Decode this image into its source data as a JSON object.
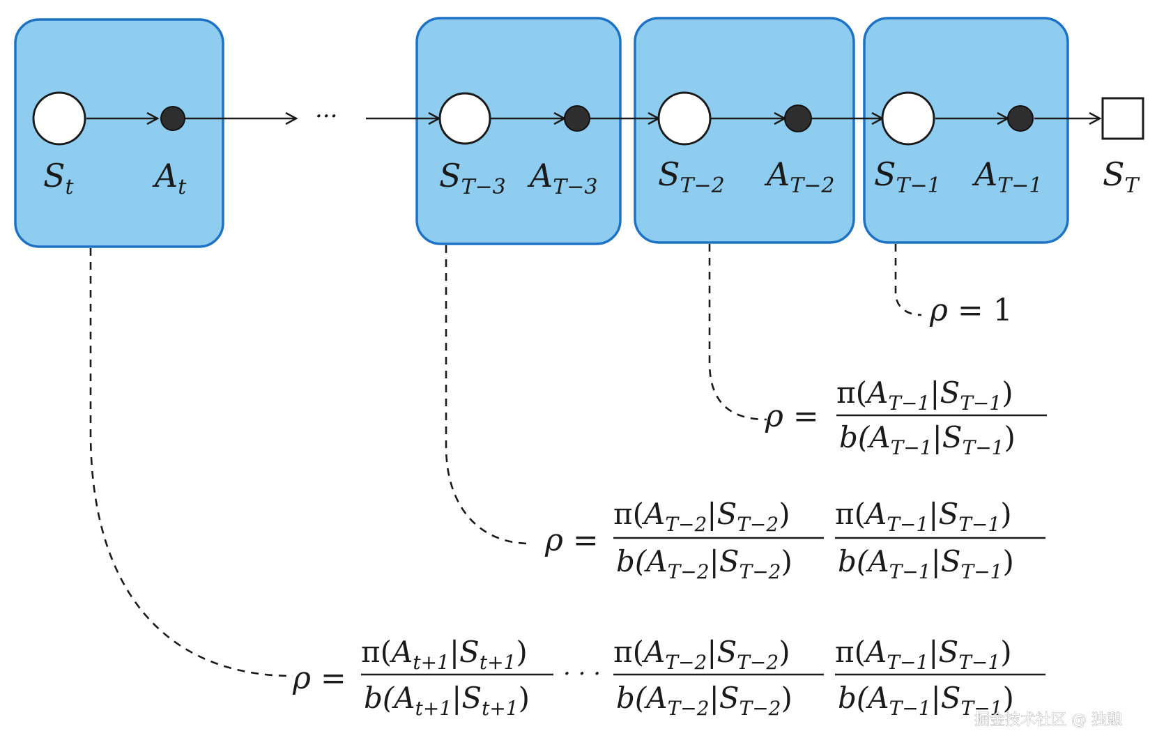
{
  "nodes": {
    "s_t": {
      "base": "S",
      "sub": "t"
    },
    "a_t": {
      "base": "A",
      "sub": "t"
    },
    "s_t3": {
      "base": "S",
      "sub": "T−3"
    },
    "a_t3": {
      "base": "A",
      "sub": "T−3"
    },
    "s_t2": {
      "base": "S",
      "sub": "T−2"
    },
    "a_t2": {
      "base": "A",
      "sub": "T−2"
    },
    "s_t1": {
      "base": "S",
      "sub": "T−1"
    },
    "a_t1": {
      "base": "A",
      "sub": "T−1"
    },
    "s_T": {
      "base": "S",
      "sub": "T"
    }
  },
  "ellipsis": "···",
  "rho": {
    "symbol": "ρ",
    "equals": "=",
    "one": "1",
    "dots": "· · ·",
    "factor_t1": {
      "num_pi": "π(",
      "num_a": "A",
      "num_a_sub": "T−1",
      "num_sep": "|",
      "num_s": "S",
      "num_s_sub": "T−1",
      "num_close": ")",
      "den_b": "b(",
      "den_a": "A",
      "den_a_sub": "T−1",
      "den_sep": "|",
      "den_s": "S",
      "den_s_sub": "T−1",
      "den_close": ")"
    },
    "factor_t2": {
      "num_pi": "π(",
      "num_a": "A",
      "num_a_sub": "T−2",
      "num_sep": "|",
      "num_s": "S",
      "num_s_sub": "T−2",
      "num_close": ")",
      "den_b": "b(",
      "den_a": "A",
      "den_a_sub": "T−2",
      "den_sep": "|",
      "den_s": "S",
      "den_s_sub": "T−2",
      "den_close": ")"
    },
    "factor_tp1": {
      "num_pi": "π(",
      "num_a": "A",
      "num_a_sub": "t+1",
      "num_sep": "|",
      "num_s": "S",
      "num_s_sub": "t+1",
      "num_close": ")",
      "den_b": "b(",
      "den_a": "A",
      "den_a_sub": "t+1",
      "den_sep": "|",
      "den_s": "S",
      "den_s_sub": "t+1",
      "den_close": ")"
    }
  },
  "watermark": "掘金技术社区 @ 独憩",
  "colors": {
    "box_fill": "#8ecdf0",
    "box_stroke": "#1e72c4",
    "ink": "#1a1a1a"
  }
}
